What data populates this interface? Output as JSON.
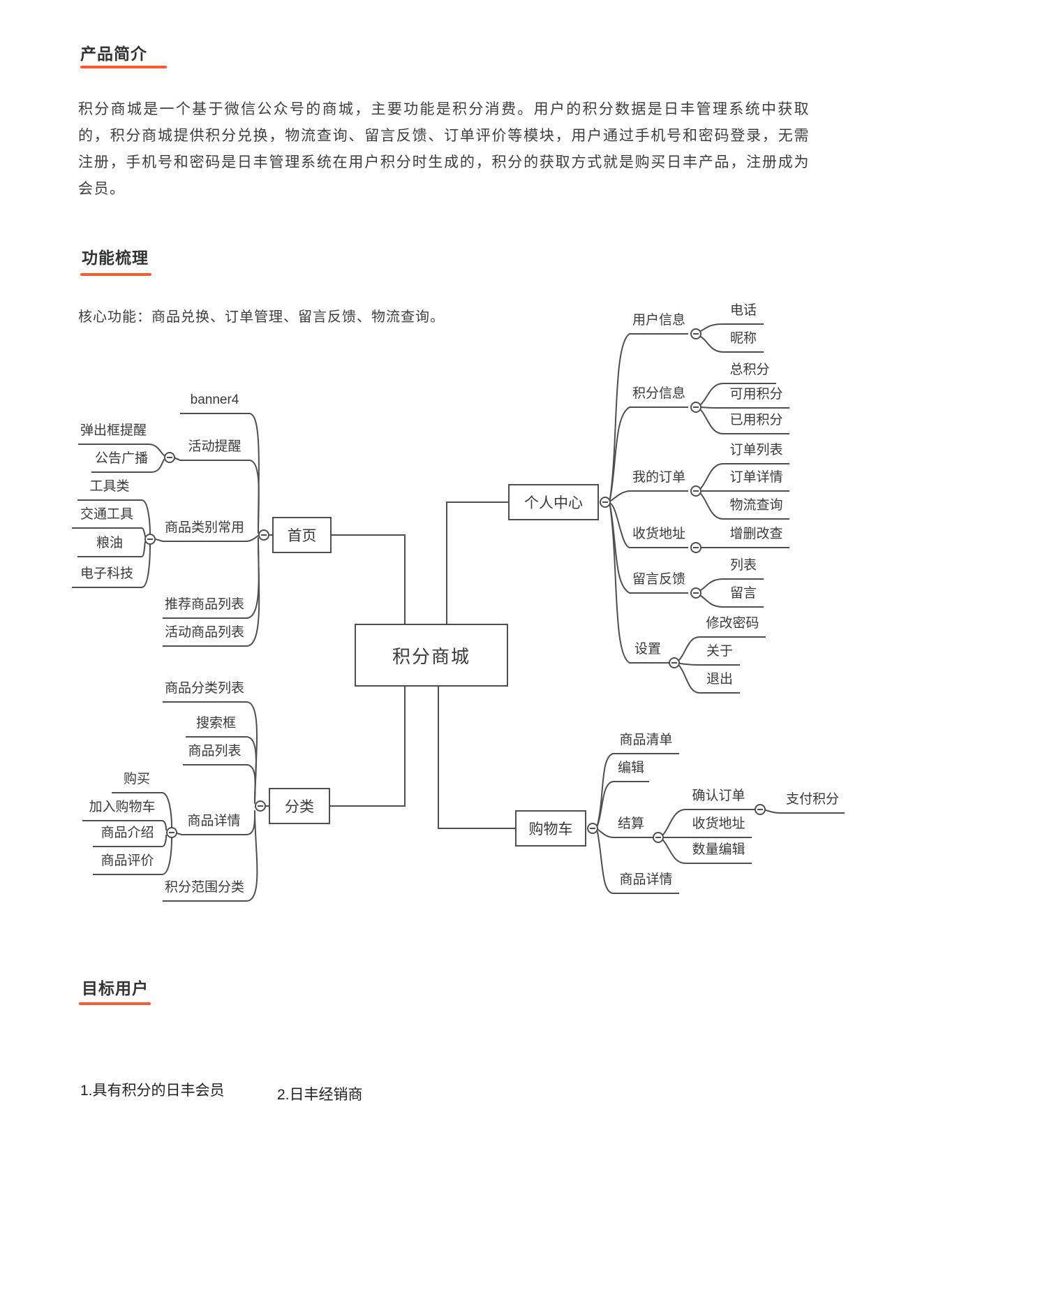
{
  "document": {
    "intro": {
      "title": "产品简介",
      "body": "积分商城是一个基于微信公众号的商城，主要功能是积分消费。用户的积分数据是日丰管理系统中获取的，积分商城提供积分兑换，物流查询、留言反馈、订单评价等模块，用户通过手机号和密码登录，无需注册，手机号和密码是日丰管理系统在用户积分时生成的，积分的获取方式就是购买日丰产品，注册成为会员。"
    },
    "features": {
      "title": "功能梳理",
      "core": "核心功能：商品兑换、订单管理、留言反馈、物流查询。"
    },
    "target": {
      "title": "目标用户",
      "item1": "1.具有积分的日丰会员",
      "item2": "2.日丰经销商"
    }
  },
  "colors": {
    "accent": "#fb5b33",
    "line": "#4f4f4f",
    "text": "#3a3a3a"
  },
  "mindmap": {
    "type": "mindmap",
    "tree": {
      "label": "积分商城",
      "children": [
        {
          "label": "首页",
          "children": [
            {
              "label": "banner4",
              "children": []
            },
            {
              "label": "活动提醒",
              "children": [
                {
                  "label": "弹出框提醒",
                  "children": []
                },
                {
                  "label": "公告广播",
                  "children": []
                }
              ]
            },
            {
              "label": "商品类别常用",
              "children": [
                {
                  "label": "工具类",
                  "children": []
                },
                {
                  "label": "交通工具",
                  "children": []
                },
                {
                  "label": "粮油",
                  "children": []
                },
                {
                  "label": "电子科技",
                  "children": []
                }
              ]
            },
            {
              "label": "推荐商品列表",
              "children": []
            },
            {
              "label": "活动商品列表",
              "children": []
            }
          ]
        },
        {
          "label": "个人中心",
          "children": [
            {
              "label": "用户信息",
              "children": [
                {
                  "label": "电话",
                  "children": []
                },
                {
                  "label": "昵称",
                  "children": []
                }
              ]
            },
            {
              "label": "积分信息",
              "children": [
                {
                  "label": "总积分",
                  "children": []
                },
                {
                  "label": "可用积分",
                  "children": []
                },
                {
                  "label": "已用积分",
                  "children": []
                }
              ]
            },
            {
              "label": "我的订单",
              "children": [
                {
                  "label": "订单列表",
                  "children": []
                },
                {
                  "label": "订单详情",
                  "children": []
                },
                {
                  "label": "物流查询",
                  "children": []
                }
              ]
            },
            {
              "label": "收货地址",
              "children": [
                {
                  "label": "增删改查",
                  "children": []
                }
              ]
            },
            {
              "label": "留言反馈",
              "children": [
                {
                  "label": "列表",
                  "children": []
                },
                {
                  "label": "留言",
                  "children": []
                }
              ]
            },
            {
              "label": "设置",
              "children": [
                {
                  "label": "修改密码",
                  "children": []
                },
                {
                  "label": "关于",
                  "children": []
                },
                {
                  "label": "退出",
                  "children": []
                }
              ]
            }
          ]
        },
        {
          "label": "分类",
          "children": [
            {
              "label": "商品分类列表",
              "children": []
            },
            {
              "label": "搜索框",
              "children": []
            },
            {
              "label": "商品列表",
              "children": []
            },
            {
              "label": "商品详情",
              "children": [
                {
                  "label": "购买",
                  "children": []
                },
                {
                  "label": "加入购物车",
                  "children": []
                },
                {
                  "label": "商品介绍",
                  "children": []
                },
                {
                  "label": "商品评价",
                  "children": []
                }
              ]
            },
            {
              "label": "积分范围分类",
              "children": []
            }
          ]
        },
        {
          "label": "购物车",
          "children": [
            {
              "label": "商品清单",
              "children": []
            },
            {
              "label": "编辑",
              "children": []
            },
            {
              "label": "结算",
              "children": [
                {
                  "label": "确认订单",
                  "children": [
                    {
                      "label": "支付积分",
                      "children": []
                    }
                  ]
                },
                {
                  "label": "收货地址",
                  "children": []
                },
                {
                  "label": "数量编辑",
                  "children": []
                }
              ]
            },
            {
              "label": "商品详情",
              "children": []
            }
          ]
        }
      ]
    }
  }
}
